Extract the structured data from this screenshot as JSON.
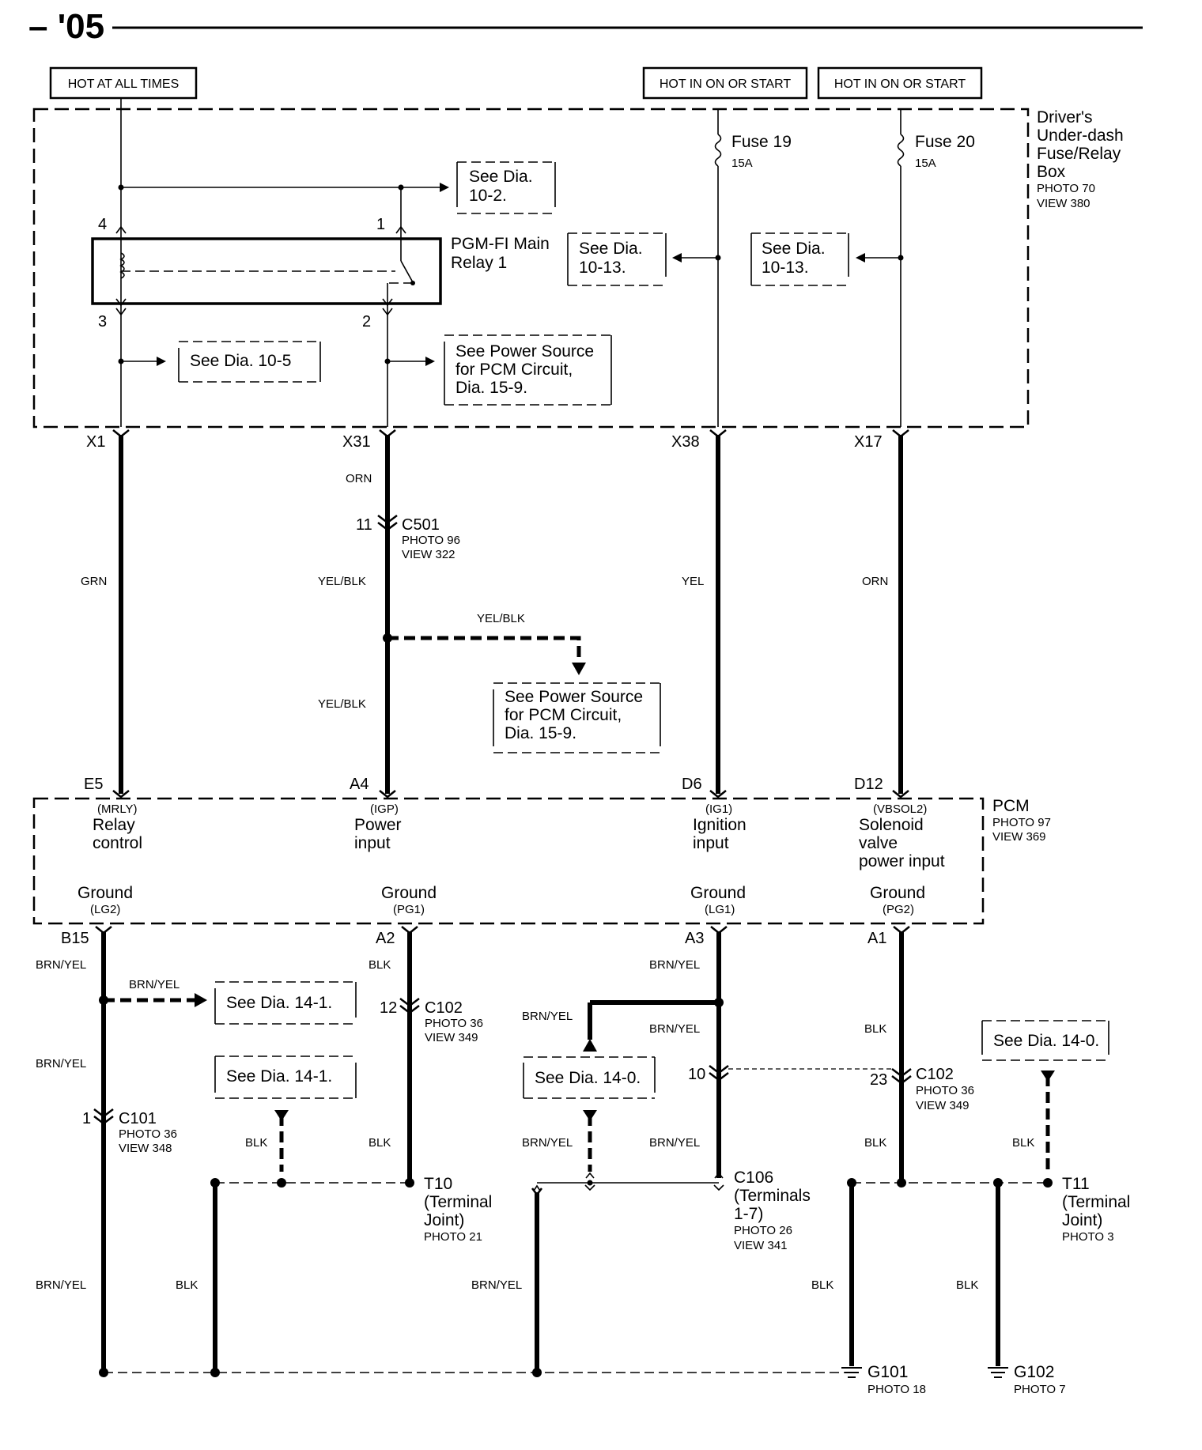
{
  "header": {
    "title": "– '05"
  },
  "sources": [
    "HOT AT ALL TIMES",
    "HOT IN ON OR START",
    "HOT IN ON OR START"
  ],
  "fusebox": {
    "name": [
      "Driver's",
      "Under-dash",
      "Fuse/Relay",
      "Box"
    ],
    "photo": "PHOTO 70",
    "view": "VIEW 380"
  },
  "fuses": [
    {
      "name": "Fuse 19",
      "rating": "15A"
    },
    {
      "name": "Fuse 20",
      "rating": "15A"
    }
  ],
  "relay": {
    "name": [
      "PGM-FI Main",
      "Relay 1"
    ],
    "pins": [
      "4",
      "1",
      "3",
      "2"
    ]
  },
  "refs": {
    "d10_2": [
      "See Dia.",
      "10-2."
    ],
    "d10_13a": [
      "See Dia.",
      "10-13."
    ],
    "d10_13b": [
      "See Dia.",
      "10-13."
    ],
    "d10_5": "See Dia. 10-5",
    "ps1": [
      "See Power Source",
      "for PCM Circuit,",
      "Dia. 15-9."
    ],
    "ps2": [
      "See Power Source",
      "for PCM Circuit,",
      "Dia. 15-9."
    ],
    "d14_1a": "See Dia.  14-1.",
    "d14_1b": "See Dia.  14-1.",
    "d14_0a": "See Dia.  14-0.",
    "d14_0b": "See Dia.  14-0."
  },
  "terminals_top": [
    "X1",
    "X31",
    "X38",
    "X17"
  ],
  "pcm_pins_top": [
    "E5",
    "A4",
    "D6",
    "D12"
  ],
  "pcm_pins_bottom": [
    "B15",
    "A2",
    "A3",
    "A1"
  ],
  "wire_colors": {
    "orn1": "ORN",
    "grn": "GRN",
    "yelblk1": "YEL/BLK",
    "yelblk2": "YEL/BLK",
    "yelblk3": "YEL/BLK",
    "yel": "YEL",
    "orn2": "ORN",
    "brnyel1": "BRN/YEL",
    "brnyel2": "BRN/YEL",
    "brnyel3": "BRN/YEL",
    "brnyel4": "BRN/YEL",
    "brnyel5": "BRN/YEL",
    "brnyel6": "BRN/YEL",
    "brnyel7": "BRN/YEL",
    "brnyel8": "BRN/YEL",
    "brnyel9": "BRN/YEL",
    "blk1": "BLK",
    "blk2": "BLK",
    "blk3": "BLK",
    "blk4": "BLK",
    "blk5": "BLK",
    "blk6": "BLK",
    "blk7": "BLK",
    "blk8": "BLK",
    "blk9": "BLK"
  },
  "connectors": {
    "c501": {
      "pin": "11",
      "name": "C501",
      "photo": "PHOTO 96",
      "view": "VIEW 322"
    },
    "c101": {
      "pin": "1",
      "name": "C101",
      "photo": "PHOTO 36",
      "view": "VIEW 348"
    },
    "c102a": {
      "pin": "12",
      "name": "C102",
      "photo": "PHOTO 36",
      "view": "VIEW 349"
    },
    "c102b": {
      "pin": "23",
      "name": "C102",
      "photo": "PHOTO 36",
      "view": "VIEW 349"
    },
    "c102c": {
      "pin": "10"
    },
    "c106": {
      "lines": [
        "C106",
        "(Terminals",
        "1-7)"
      ],
      "photo": "PHOTO 26",
      "view": "VIEW 341"
    }
  },
  "pcm": {
    "name": "PCM",
    "photo": "PHOTO 97",
    "view": "VIEW 369",
    "inputs": [
      {
        "code": "(MRLY)",
        "lines": [
          "Relay",
          "control"
        ]
      },
      {
        "code": "(IGP)",
        "lines": [
          "Power",
          "input"
        ]
      },
      {
        "code": "(IG1)",
        "lines": [
          "Ignition",
          "input"
        ]
      },
      {
        "code": "(VBSOL2)",
        "lines": [
          "Solenoid",
          "valve",
          "power input"
        ]
      }
    ],
    "grounds": [
      {
        "label": "Ground",
        "code": "(LG2)"
      },
      {
        "label": "Ground",
        "code": "(PG1)"
      },
      {
        "label": "Ground",
        "code": "(LG1)"
      },
      {
        "label": "Ground",
        "code": "(PG2)"
      }
    ]
  },
  "joints": {
    "t10": {
      "lines": [
        "T10",
        "(Terminal",
        "Joint)"
      ],
      "photo": "PHOTO 21"
    },
    "t11": {
      "lines": [
        "T11",
        "(Terminal",
        "Joint)"
      ],
      "photo": "PHOTO 3"
    }
  },
  "grounds": {
    "g101": {
      "name": "G101",
      "photo": "PHOTO 18"
    },
    "g102": {
      "name": "G102",
      "photo": "PHOTO 7"
    }
  }
}
